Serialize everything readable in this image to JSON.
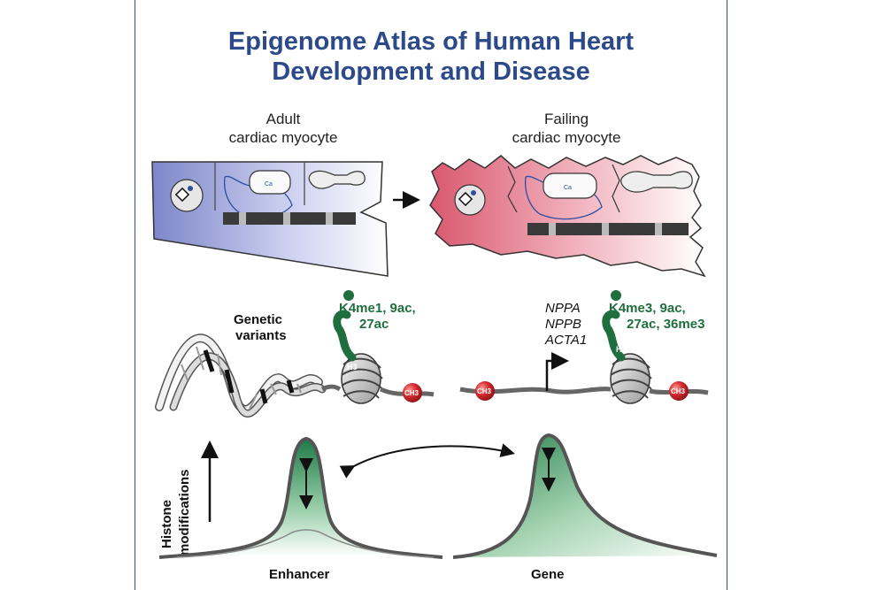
{
  "title_line1": "Epigenome Atlas of Human Heart",
  "title_line2": "Development and Disease",
  "adult": {
    "line1": "Adult",
    "line2": "cardiac myocyte"
  },
  "failing": {
    "line1": "Failing",
    "line2": "cardiac myocyte"
  },
  "genetic_variants": {
    "line1": "Genetic",
    "line2": "variants"
  },
  "enhancer_marks": {
    "line1": "K4me1, 9ac,",
    "line2": "27ac"
  },
  "genes": [
    "NPPA",
    "NPPB",
    "ACTA1"
  ],
  "gene_marks": {
    "line1": "K4me3, 9ac,",
    "line2": "27ac, 36me3"
  },
  "h3_label": "H3",
  "methyl_label": "CH3",
  "ca_label": "Ca",
  "y_axis": {
    "line1": "Histone",
    "line2": "modifications"
  },
  "enhancer_label": "Enhancer",
  "gene_label": "Gene",
  "colors": {
    "title": "#2c4a8a",
    "adult_cell": "#8f97d2",
    "failing_cell": "#e06f86",
    "histone_green": "#1f6e3e",
    "methyl_red": "#d42a2f"
  }
}
